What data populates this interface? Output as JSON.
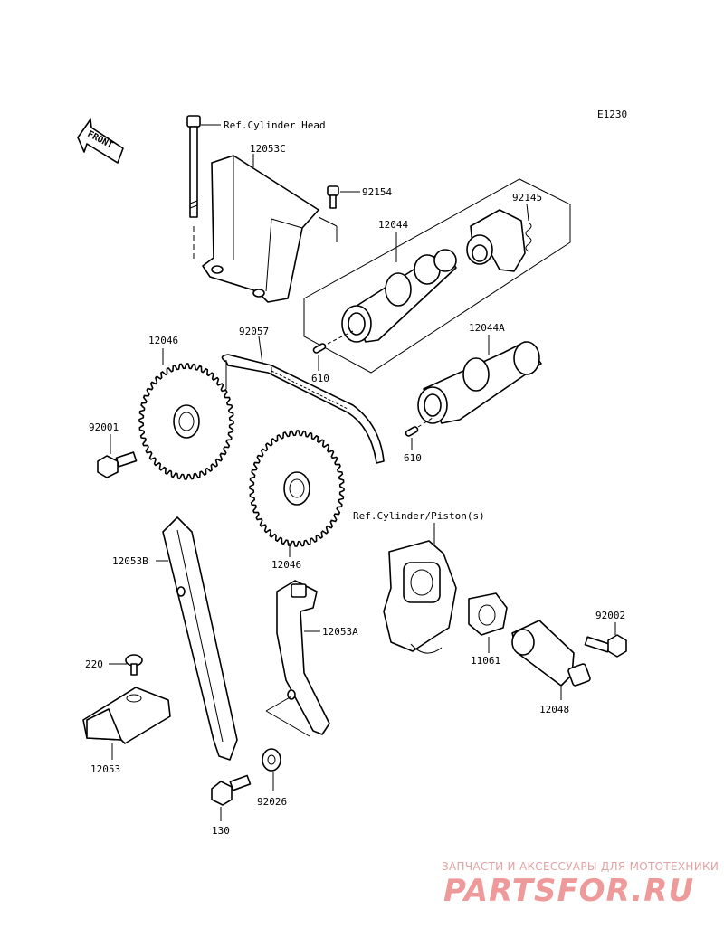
{
  "diagram": {
    "code": "E1230",
    "front_label": "FRONT",
    "refs": {
      "cylinder_head": "Ref.Cylinder Head",
      "cylinder_piston": "Ref.Cylinder/Piston(s)"
    },
    "parts": {
      "p12053C": "12053C",
      "p92154": "92154",
      "p12044": "12044",
      "p92145": "92145",
      "p92057": "92057",
      "p12046_top": "12046",
      "p610_a": "610",
      "p12044A": "12044A",
      "p92001": "92001",
      "p610_b": "610",
      "p12046_bottom": "12046",
      "p12053B": "12053B",
      "p12053A": "12053A",
      "p92002": "92002",
      "p11061": "11061",
      "p220": "220",
      "p12048": "12048",
      "p12053": "12053",
      "p92026": "92026",
      "p130": "130"
    }
  },
  "watermark": {
    "tagline": "ЗАПЧАСТИ И АКСЕССУАРЫ ДЛЯ МОТОТЕХНИКИ",
    "logo": "PARTSFOR.RU"
  }
}
